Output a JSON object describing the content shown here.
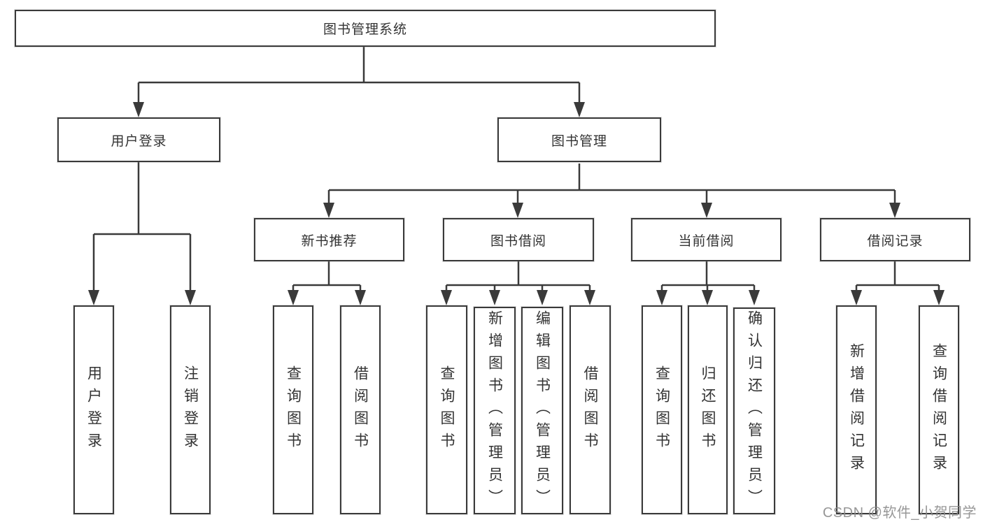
{
  "diagram": {
    "title_node": {
      "label": "图书管理系统"
    },
    "level2": [
      {
        "label": "用户登录"
      },
      {
        "label": "图书管理"
      }
    ],
    "level3": [
      {
        "label": "新书推荐"
      },
      {
        "label": "图书借阅"
      },
      {
        "label": "当前借阅"
      },
      {
        "label": "借阅记录"
      }
    ],
    "leaves": {
      "user_login": [
        "用户登录",
        "注销登录"
      ],
      "new_book": [
        "查询图书",
        "借阅图书"
      ],
      "book_borrow": [
        "查询图书",
        "新增图书（管理员）",
        "编辑图书（管理员）",
        "借阅图书"
      ],
      "current_borrow": [
        "查询图书",
        "归还图书",
        "确认归还（管理员）"
      ],
      "borrow_record": [
        "新增借阅记录",
        "查询借阅记录"
      ]
    },
    "colors": {
      "line": "#3a3a3a",
      "box_border": "#3a3a3a",
      "text": "#333333",
      "background": "#ffffff",
      "watermark_gray": "#8c8c8c"
    }
  },
  "watermark": {
    "text": "CSDN @软件_小贺同学"
  }
}
